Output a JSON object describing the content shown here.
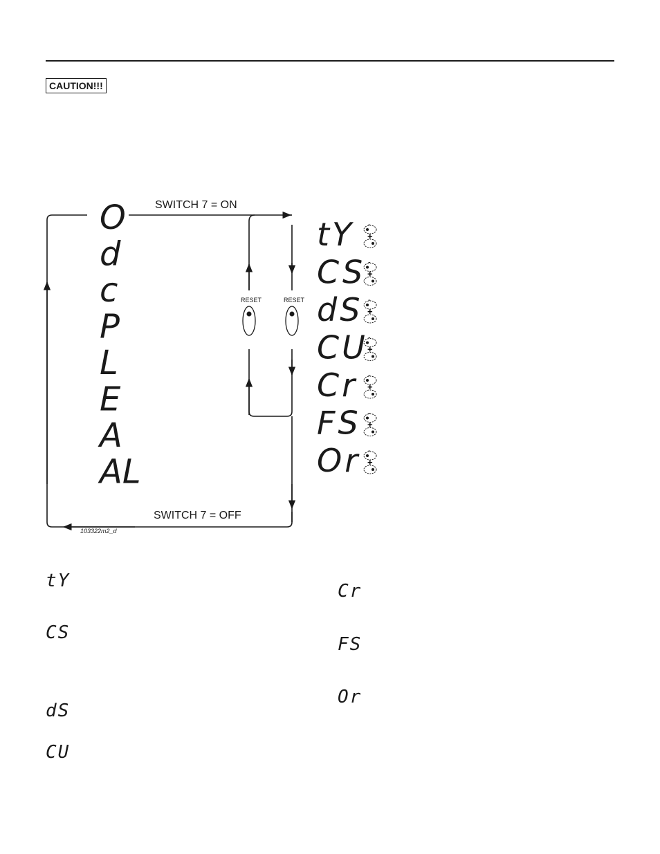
{
  "page": {
    "caution_label": "CAUTION!!!"
  },
  "diagram": {
    "menu_codes": [
      "O",
      "d",
      "c",
      "P",
      "L",
      "E",
      "A",
      "AL"
    ],
    "switch_on_label": "SWITCH 7 = ON",
    "switch_off_label": "SWITCH 7 = OFF",
    "reset_label": "RESET",
    "figure_id": "103322m2_d",
    "submenu_codes": [
      "tY",
      "CS",
      "dS",
      "CU",
      "Cr",
      "FS",
      "Or"
    ],
    "adjust_minus": "-",
    "adjust_plus": "+"
  },
  "legend": {
    "left": [
      "tY",
      "CS",
      "dS",
      "CU"
    ],
    "right": [
      "Cr",
      "FS",
      "Or"
    ]
  }
}
